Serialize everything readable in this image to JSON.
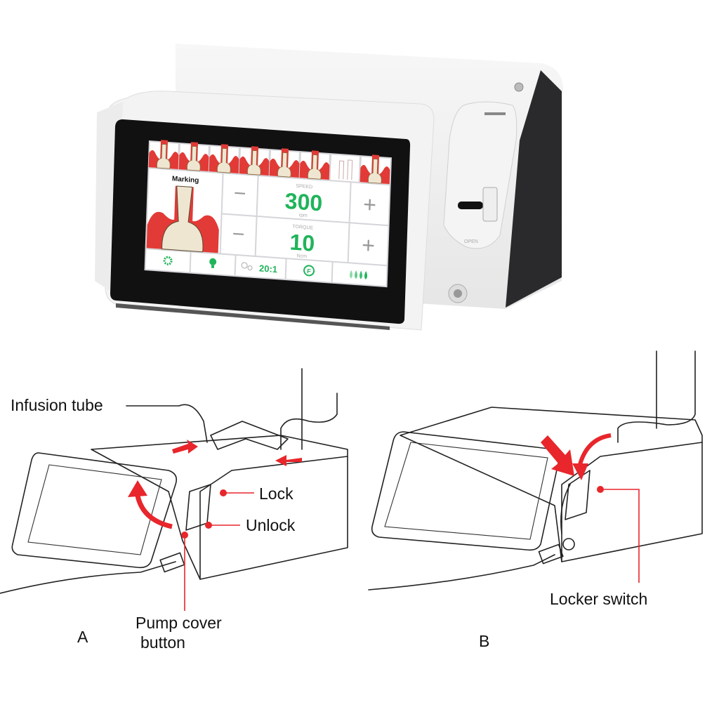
{
  "device_screen": {
    "procedure_title": "Marking",
    "speed": {
      "label": "SPEED",
      "value": "300",
      "unit": "rpm",
      "minus": "−",
      "plus": "+"
    },
    "torque": {
      "label": "TORQUE",
      "value": "10",
      "unit": "Ncm",
      "minus": "−",
      "plus": "+"
    },
    "ratio": "20:1",
    "bottom_icons": [
      "settings-gear-icon",
      "light-bulb-icon",
      "gear-ratio-icon",
      "forward-rotation-icon",
      "irrigation-drops-icon"
    ],
    "step_thumbnail_count": 8
  },
  "device_body": {
    "pump_open_label": "OPEN"
  },
  "diagram_a": {
    "letter": "A",
    "callouts": {
      "infusion_tube": "Infusion tube",
      "lock": "Lock",
      "unlock": "Unlock",
      "pump_cover_line1": "Pump cover",
      "pump_cover_line2": "button"
    }
  },
  "diagram_b": {
    "letter": "B",
    "callouts": {
      "locker_switch": "Locker switch"
    }
  },
  "colors": {
    "accent_green": "#1fb45a",
    "arrow_red": "#e8262b",
    "gum_red": "#e23a36"
  }
}
